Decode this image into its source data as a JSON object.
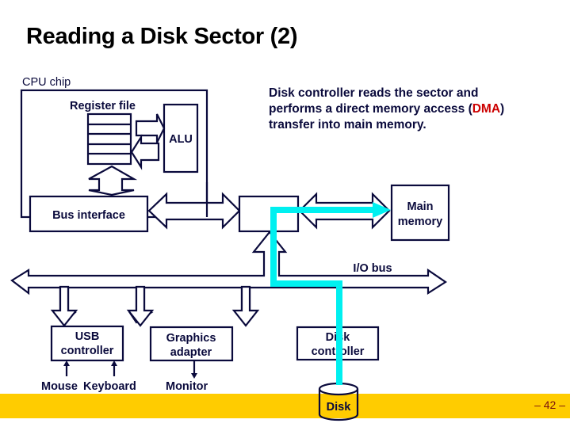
{
  "slide": {
    "title": "Reading a Disk Sector (2)",
    "page_number": "– 42 –"
  },
  "description": {
    "line1": "Disk controller reads the sector and",
    "line2_pre": "performs a direct memory access (",
    "line2_highlight": "DMA",
    "line2_post": ")",
    "line3": "transfer into main memory."
  },
  "diagram": {
    "cpu_chip_label": "CPU chip",
    "register_file_label": "Register file",
    "alu_label": "ALU",
    "bus_interface_label": "Bus interface",
    "main_memory_label_1": "Main",
    "main_memory_label_2": "memory",
    "io_bus_label": "I/O bus",
    "usb_controller_label_1": "USB",
    "usb_controller_label_2": "controller",
    "graphics_adapter_label_1": "Graphics",
    "graphics_adapter_label_2": "adapter",
    "disk_controller_label_1": "Disk",
    "disk_controller_label_2": "controller",
    "mouse_label": "Mouse",
    "keyboard_label": "Keyboard",
    "monitor_label": "Monitor",
    "disk_label": "Disk",
    "colors": {
      "stroke": "#0a0a3c",
      "dma_path": "#00f0f0",
      "highlight": "#cc0000",
      "footer": "#ffcc00"
    }
  }
}
